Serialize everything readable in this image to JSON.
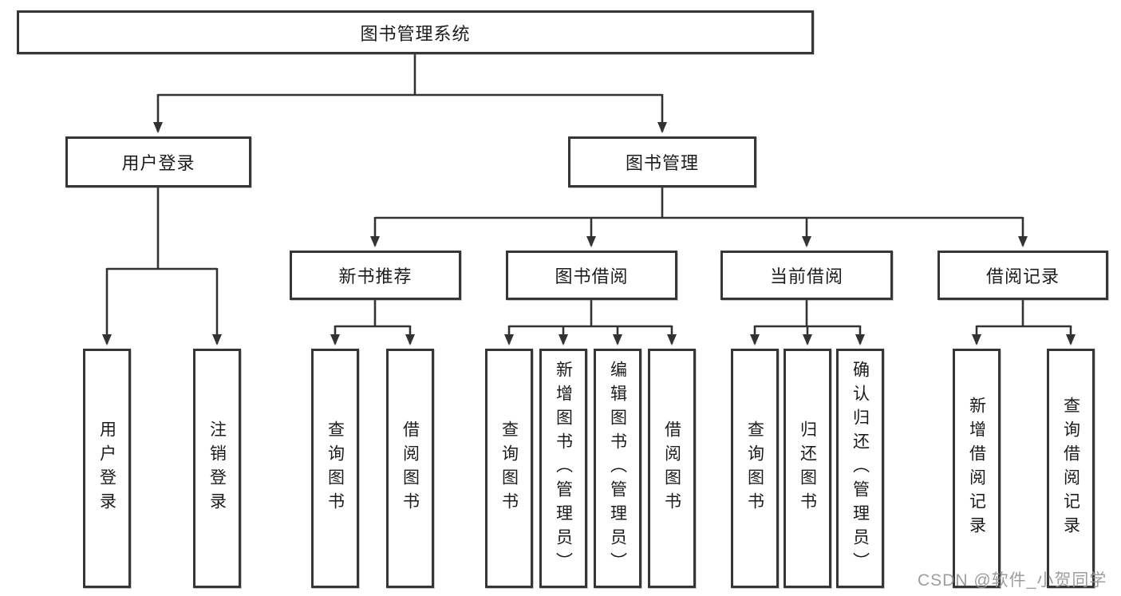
{
  "diagram": {
    "type": "org-tree",
    "colors": {
      "background": "#ffffff",
      "line": "#333333",
      "box_border": "#363636",
      "text": "#1c1c1c",
      "watermark": "#969696"
    }
  },
  "tree": {
    "root": {
      "label": "图书管理系统"
    },
    "branches": [
      {
        "label": "用户登录",
        "leaves": [
          "用户登录",
          "注销登录"
        ]
      },
      {
        "label": "图书管理",
        "modules": [
          {
            "label": "新书推荐",
            "leaves": [
              "查询图书",
              "借阅图书"
            ]
          },
          {
            "label": "图书借阅",
            "leaves": [
              "查询图书",
              "新增图书（管理员）",
              "编辑图书（管理员）",
              "借阅图书"
            ]
          },
          {
            "label": "当前借阅",
            "leaves": [
              "查询图书",
              "归还图书",
              "确认归还（管理员）"
            ]
          },
          {
            "label": "借阅记录",
            "leaves": [
              "新增借阅记录",
              "查询借阅记录"
            ]
          }
        ]
      }
    ]
  },
  "watermark": {
    "text": "CSDN @软件_小贺同学"
  }
}
